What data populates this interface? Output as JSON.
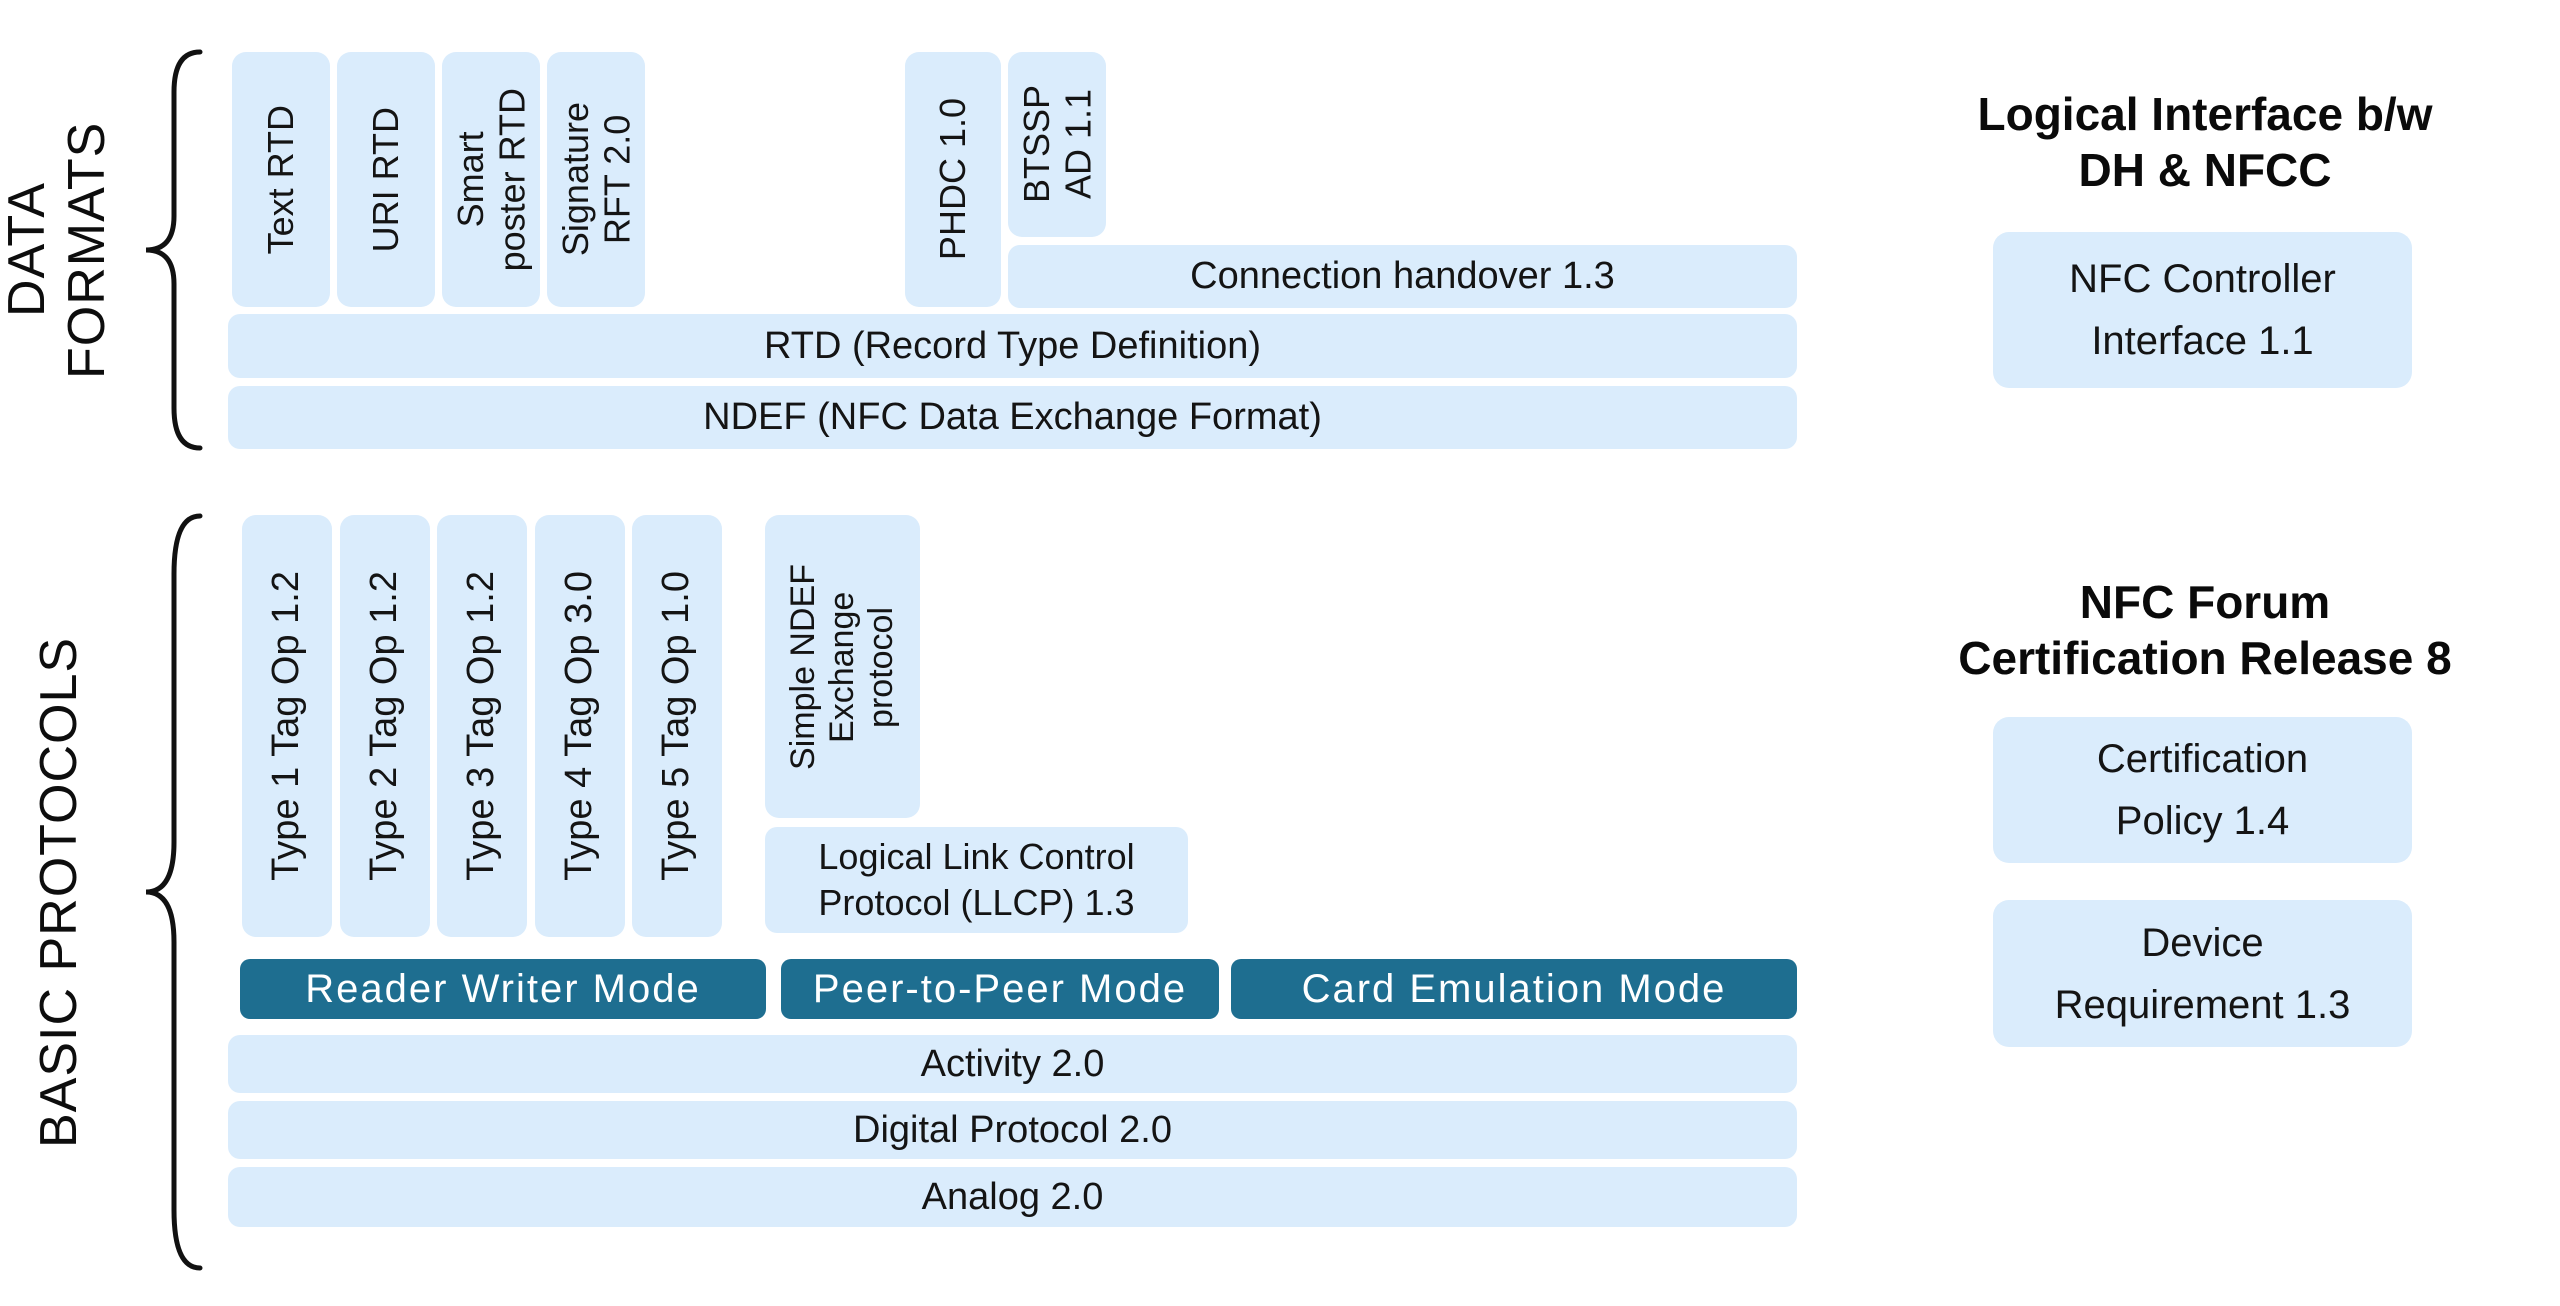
{
  "colors": {
    "box_light": "#daecfc",
    "box_teal": "#1e6e90",
    "text_dark": "#141414",
    "text_light": "#ffffff"
  },
  "data_formats": {
    "section_label": "DATA FORMATS",
    "boxes": {
      "text_rtd": "Text RTD",
      "uri_rtd": "URI RTD",
      "smart_poster": "Smart\nposter RTD",
      "signature": "Signature\nRFT 2.0",
      "phdc": "PHDC 1.0",
      "btssp": "BTSSP\nAD 1.1"
    },
    "connection_row": "Connection handover 1.3",
    "rtd_row": "RTD (Record Type Definition)",
    "ndef_row": "NDEF (NFC Data Exchange Format)"
  },
  "basic_protocols": {
    "section_label": "BASIC PROTOCOLS",
    "tag_boxes": [
      "Type 1 Tag Op 1.2",
      "Type 2 Tag Op 1.2",
      "Type 3 Tag Op 1.2",
      "Type 4 Tag Op 3.0",
      "Type 5 Tag Op 1.0"
    ],
    "snep_box": "Simple NDEF\nExchange\nprotocol",
    "llcp_box": "Logical Link Control\nProtocol (LLCP) 1.3",
    "mode_boxes": [
      "Reader Writer Mode",
      "Peer-to-Peer Mode",
      "Card Emulation Mode"
    ],
    "layer_rows": [
      "Activity 2.0",
      "Digital Protocol 2.0",
      "Analog 2.0"
    ]
  },
  "right_column": {
    "nci_heading": "Logical Interface b/w\nDH & NFCC",
    "nci_box": "NFC Controller\nInterface 1.1",
    "cert_heading": "NFC Forum\nCertification Release 8",
    "cert_policy_box": "Certification\nPolicy 1.4",
    "device_req_box": "Device\nRequirement 1.3"
  }
}
